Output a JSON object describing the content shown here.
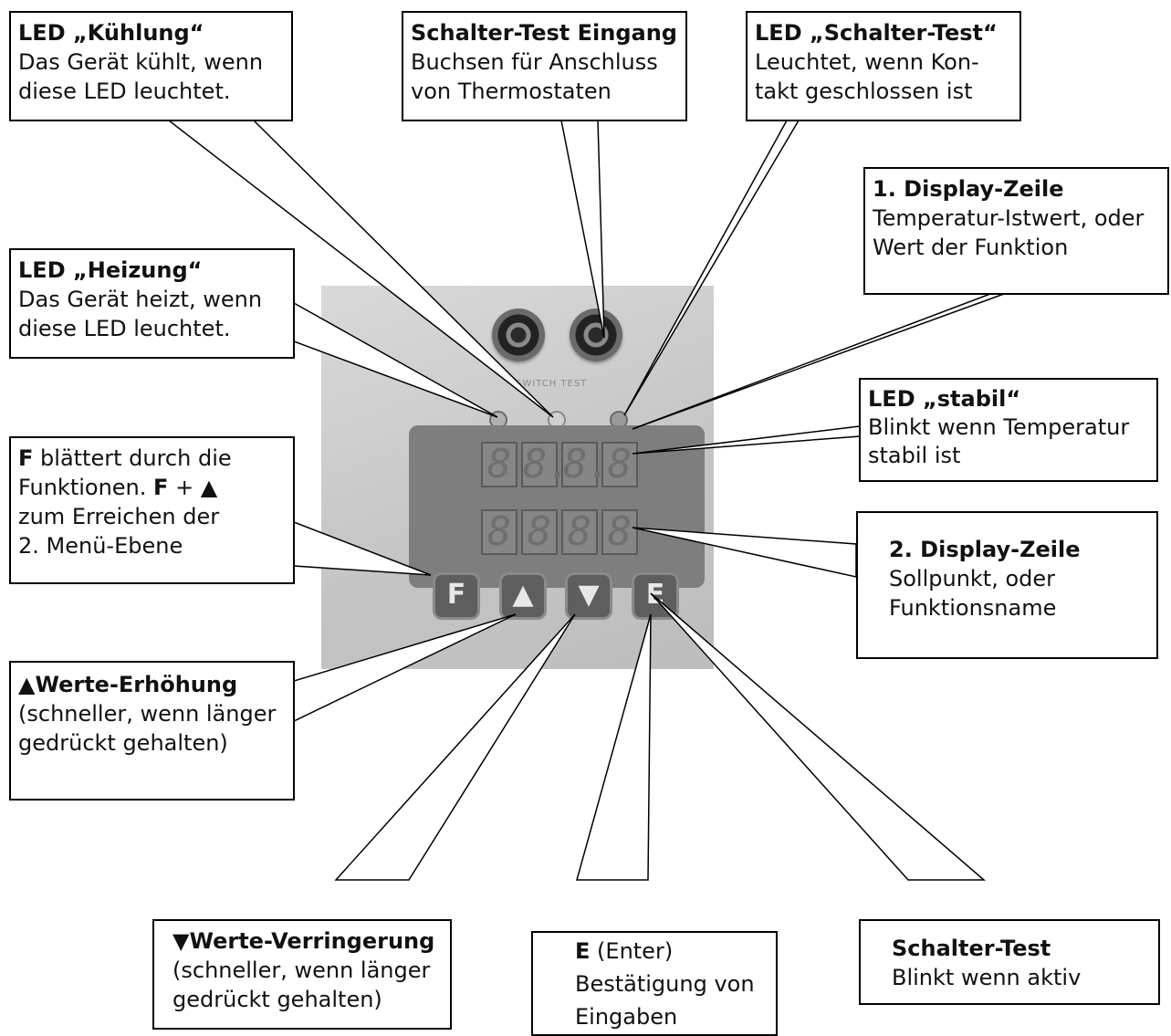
{
  "callouts": {
    "kuehlung": {
      "title": "LED „Kühlung“",
      "lines": [
        "Das Gerät kühlt, wenn",
        "diese LED leuchtet."
      ]
    },
    "schalter_eingang": {
      "title": "Schalter-Test Eingang",
      "lines": [
        "Buchsen für Anschluss",
        "von Thermostaten"
      ]
    },
    "led_schalter_test": {
      "title": "LED „Schalter-Test“",
      "lines": [
        "Leuchtet, wenn Kon-",
        "takt geschlossen ist"
      ]
    },
    "display1": {
      "title": "1. Display-Zeile",
      "lines": [
        "Temperatur-Istwert, oder",
        "Wert der Funktion"
      ]
    },
    "heizung": {
      "title": "LED „Heizung“",
      "lines": [
        "Das Gerät heizt, wenn",
        "diese LED leuchtet."
      ]
    },
    "stabil": {
      "title": "LED „stabil“",
      "lines": [
        "Blinkt wenn Temperatur",
        "stabil ist"
      ]
    },
    "f_key": {
      "bold1": "F",
      "text1": " blättert durch die",
      "line2a": "Funktionen. ",
      "bold2": "F",
      "line2b": " + ▲",
      "line3": "zum Erreichen der",
      "line4": "2. Menü-Ebene"
    },
    "display2": {
      "title": "2. Display-Zeile",
      "lines": [
        "Sollpunkt, oder",
        "Funktionsname"
      ]
    },
    "up": {
      "title": "▲Werte-Erhöhung",
      "lines": [
        "(schneller, wenn länger",
        "gedrückt gehalten)"
      ]
    },
    "down": {
      "title": "▼Werte-Verringerung",
      "lines": [
        "(schneller, wenn länger",
        "gedrückt gehalten)"
      ]
    },
    "enter": {
      "bold": "E",
      "rest": " (Enter)",
      "lines": [
        "Bestätigung von",
        "Eingaben"
      ]
    },
    "schalter_test": {
      "title": "Schalter-Test",
      "lines": [
        "Blinkt wenn aktiv"
      ]
    }
  },
  "panel": {
    "silkscreen": "SWITCH TEST",
    "display_row1": [
      "8",
      "8.",
      "8.",
      "8"
    ],
    "display_row2": [
      "8",
      "8",
      "8",
      "8"
    ],
    "keys": [
      "F",
      "▲",
      "▼",
      "E"
    ]
  }
}
